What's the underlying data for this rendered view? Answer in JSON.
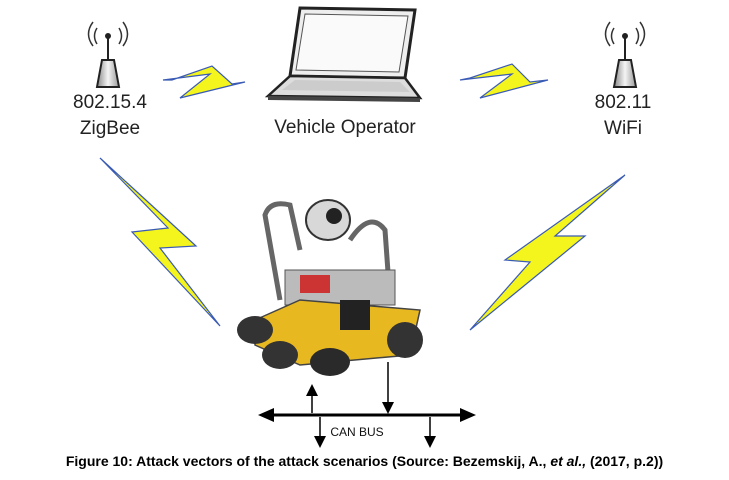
{
  "nodes": {
    "zigbee": {
      "line1": "802.15.4",
      "line2": "ZigBee"
    },
    "operator": {
      "label": "Vehicle Operator"
    },
    "wifi": {
      "line1": "802.11",
      "line2": "WiFi"
    }
  },
  "bus": {
    "label": "CAN BUS"
  },
  "caption": {
    "prefix": "Figure 10: Attack vectors of the attack scenarios (Source: Bezemskij, A., ",
    "italic": "et al.,",
    "suffix": " (2017, p.2))"
  },
  "colors": {
    "bolt_fill": "#f5f51e",
    "bolt_edge": "#3a5bb5",
    "robot_body": "#e8b820"
  }
}
